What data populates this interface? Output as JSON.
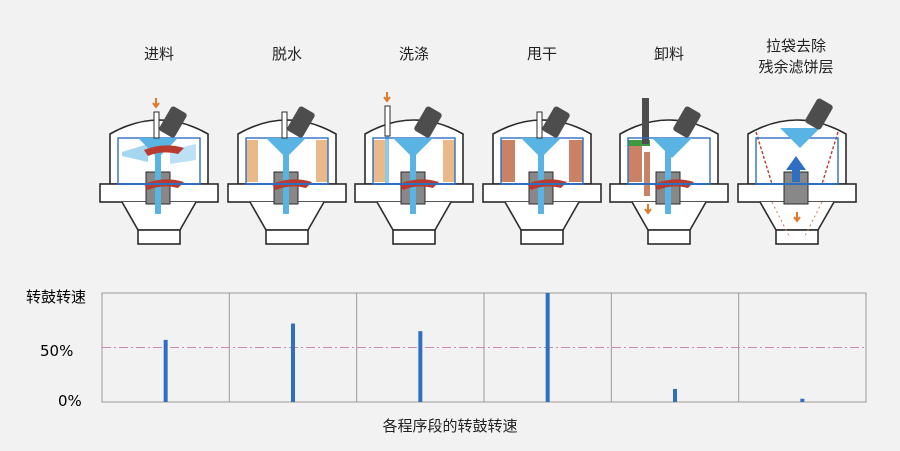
{
  "stages": [
    {
      "label": "进料"
    },
    {
      "label": "脱水"
    },
    {
      "label": "洗涤"
    },
    {
      "label": "甩干"
    },
    {
      "label": "卸料"
    },
    {
      "label": "拉袋去除残余滤饼层",
      "line1": "拉袋去除",
      "line2": "残余滤饼层"
    }
  ],
  "colors": {
    "outline": "#2b2b2b",
    "blue": "#2f6fc2",
    "lightblue": "#5ab4e3",
    "red": "#b93a2e",
    "orange": "#e07a28",
    "motor": "#4d4d4d",
    "cake_light": "#e9b98a",
    "cake_dark": "#c98266",
    "green": "#3e9a3c",
    "midline": "#c98ab0"
  },
  "chart_data": {
    "type": "bar",
    "categories": [
      "进料",
      "脱水",
      "洗涤",
      "甩干",
      "卸料",
      "拉袋去除残余滤饼层"
    ],
    "values": [
      57,
      72,
      65,
      100,
      12,
      3
    ],
    "ylabel": "转鼓转速",
    "yticks": [
      "0%",
      "50%"
    ],
    "ylim": [
      0,
      100
    ],
    "xlabel": "各程序段的转鼓转速",
    "reference_line": 50,
    "grid": "vertical separators"
  }
}
